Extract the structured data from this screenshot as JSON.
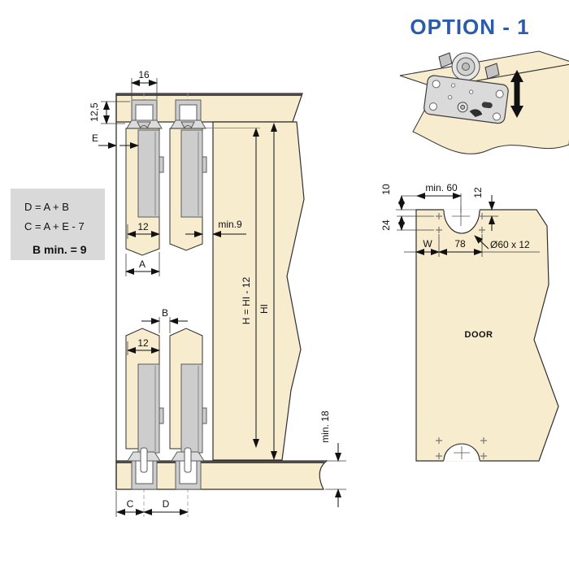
{
  "title": "OPTION - 1",
  "colors": {
    "accent_blue": "#2a5caa",
    "wood_beige": "#f8ecce",
    "metal_gray": "#cdcdcd",
    "formula_box_gray": "#d9d9d9"
  },
  "formula_box": {
    "line1": "D = A + B",
    "line2": "C = A + E - 7",
    "line3": "B min. = 9"
  },
  "section": {
    "dim_16": "16",
    "dim_12_5": "12,5",
    "dim_E": "E",
    "dim_12_top": "12",
    "dim_min9": "min.9",
    "dim_A": "A",
    "dim_B": "B",
    "dim_12_bottom": "12",
    "dim_H": "H = HI - 12",
    "dim_HI": "HI",
    "dim_min18": "min. 18",
    "dim_C": "C",
    "dim_D": "D"
  },
  "door_detail": {
    "dim_min60": "min. 60",
    "dim_10": "10",
    "dim_12": "12",
    "dim_24": "24",
    "dim_W": "W",
    "dim_78": "78",
    "dim_cutout": "Ø60 x 12",
    "door_label": "DOOR"
  }
}
